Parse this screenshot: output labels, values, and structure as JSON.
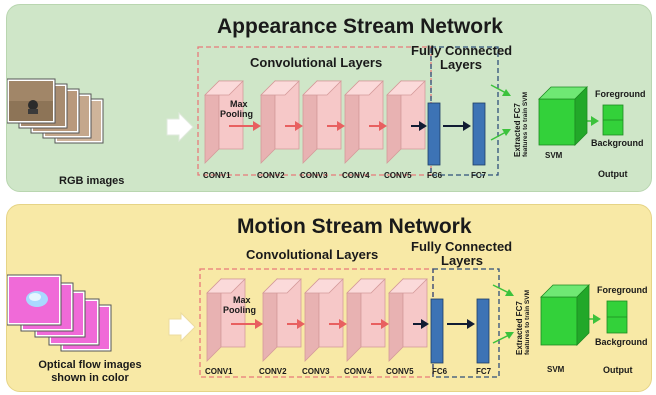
{
  "appearance": {
    "title": "Appearance Stream Network",
    "conv_section": "Convolutional Layers",
    "fc_section_line1": "Fully Connected",
    "fc_section_line2": "Layers",
    "pooling_line1": "Max",
    "pooling_line2": "Pooling",
    "conv_layers": [
      "CONV1",
      "CONV2",
      "CONV3",
      "CONV4",
      "CONV5"
    ],
    "fc_layers": [
      "FC6",
      "FC7"
    ],
    "extracted_line1": "Extracted FC7",
    "extracted_line2": "features to train SVM",
    "svm": "SVM",
    "foreground": "Foreground",
    "background": "Background",
    "output": "Output",
    "input_label": "RGB images",
    "colors": {
      "panel": "#cfe6c8",
      "conv": "#f6c8c8",
      "fc": "#3d73b5",
      "svm": "#33d13a"
    }
  },
  "motion": {
    "title": "Motion Stream Network",
    "conv_section": "Convolutional Layers",
    "fc_section_line1": "Fully Connected",
    "fc_section_line2": "Layers",
    "pooling_line1": "Max",
    "pooling_line2": "Pooling",
    "conv_layers": [
      "CONV1",
      "CONV2",
      "CONV3",
      "CONV4",
      "CONV5"
    ],
    "fc_layers": [
      "FC6",
      "FC7"
    ],
    "extracted_line1": "Extracted FC7",
    "extracted_line2": "features to train SVM",
    "svm": "SVM",
    "foreground": "Foreground",
    "background": "Background",
    "output": "Output",
    "input_label_line1": "Optical flow images",
    "input_label_line2": "shown in color",
    "colors": {
      "panel": "#f8e9a6",
      "conv": "#f6c8c8",
      "fc": "#3d73b5",
      "svm": "#33d13a",
      "flow": "#f06ad8"
    }
  }
}
